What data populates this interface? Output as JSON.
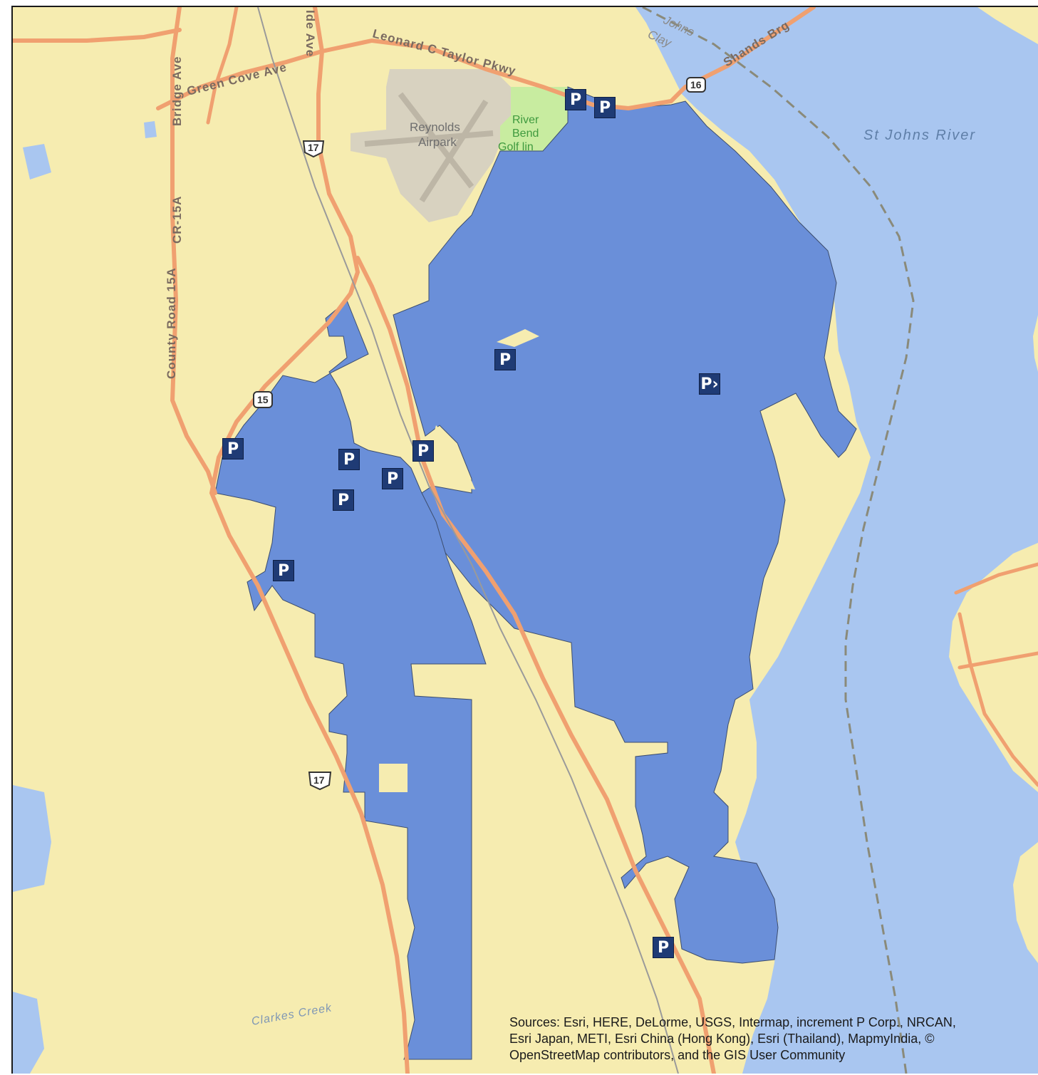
{
  "map": {
    "colors": {
      "land": "#f6ecb0",
      "water": "#a9c6f0",
      "highlight": "#6a8fd9",
      "airport": "#d8d2c0",
      "park": "#c8eca0",
      "road": "#f0a070"
    },
    "labels": {
      "road_green_cove": "Green Cove Ave",
      "road_leonard_taylor": "Leonard C Taylor Pkwy",
      "road_shands": "Shands Brg",
      "road_county_15a": "County Road 15A",
      "road_cr15a": "CR-15A",
      "road_bridge": "Bridge Ave",
      "road_ide_ave": "Ide Ave",
      "place_reynolds": "Reynolds",
      "place_airpark": "Airpark",
      "park_river": "River",
      "park_bend": "Bend",
      "park_golf": "Golf lin",
      "water_st_johns": "St Johns River",
      "water_clarkes": "Clarkes Creek",
      "county_johns": "Johns",
      "county_clay": "Clay"
    },
    "shields": {
      "us17_top": "17",
      "us17_bottom": "17",
      "sr16": "16",
      "sr15": "15"
    },
    "parking": {
      "label": "P",
      "partial_label": "P›"
    },
    "attribution": {
      "line1": "Sources: Esri, HERE, DeLorme, USGS, Intermap, increment P Corp., NRCAN,",
      "line2": "Esri Japan, METI, Esri China (Hong Kong), Esri (Thailand), MapmyIndia, ©",
      "line3": "OpenStreetMap contributors, and the GIS User Community"
    }
  }
}
